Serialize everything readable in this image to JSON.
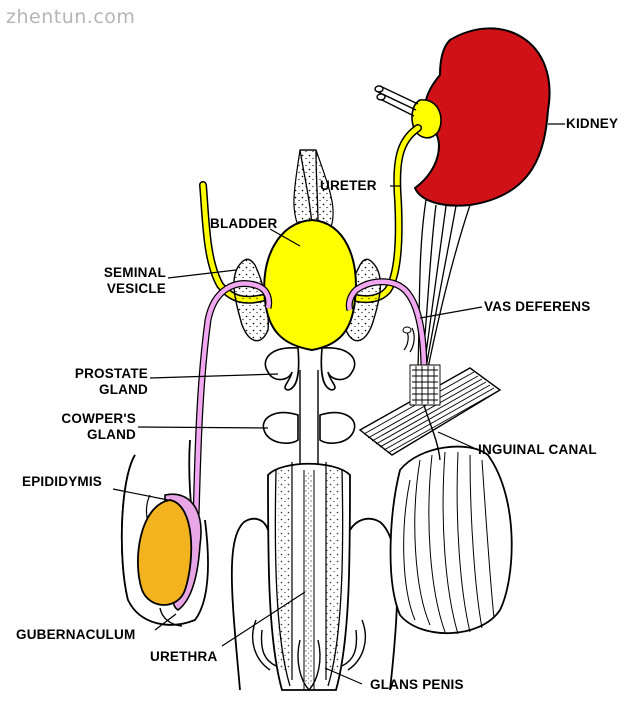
{
  "watermark": "zhentun.com",
  "labels": {
    "kidney": "KIDNEY",
    "ureter": "URETER",
    "bladder": "BLADDER",
    "seminal_vesicle_1": "SEMINAL",
    "seminal_vesicle_2": "VESICLE",
    "vas_deferens": "VAS DEFERENS",
    "prostate_1": "PROSTATE",
    "prostate_2": "GLAND",
    "cowpers_1": "COWPER'S",
    "cowpers_2": "GLAND",
    "inguinal_canal": "INGUINAL CANAL",
    "epididymis": "EPIDIDYMIS",
    "gubernaculum": "GUBERNACULUM",
    "urethra": "URETHRA",
    "glans_penis": "GLANS PENIS"
  },
  "colors": {
    "kidney": "#d01218",
    "bladder": "#ffff00",
    "ureter": "#ffff00",
    "vas_deferens": "#f2a8f0",
    "testis": "#f2b31e",
    "epididymis": "#e9a6e6",
    "outline": "#000000"
  }
}
